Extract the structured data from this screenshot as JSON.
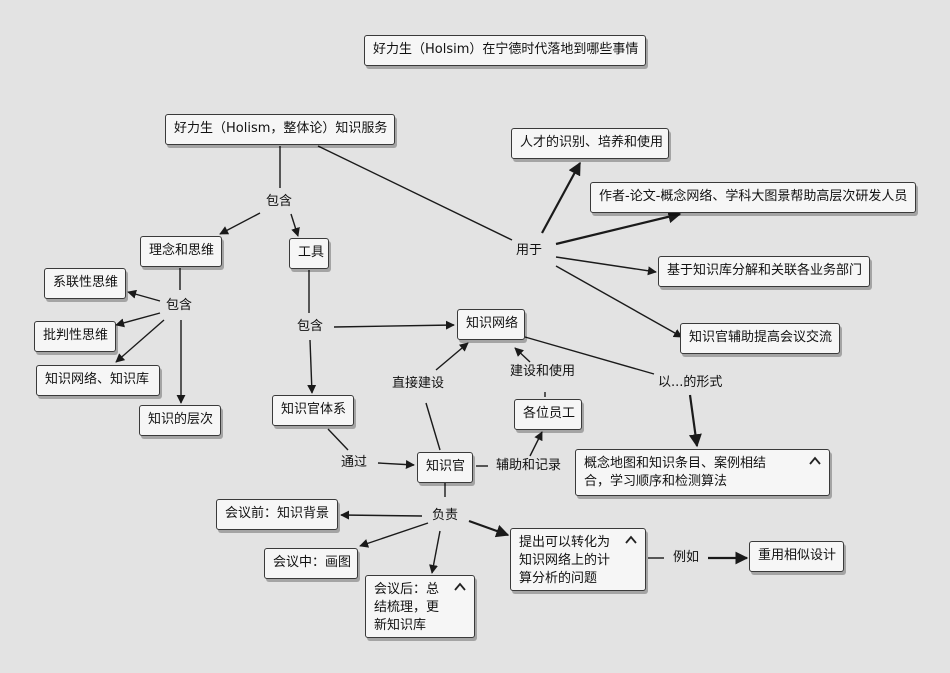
{
  "nodes": {
    "title": "好力生（Holsim）在宁德时代落地到哪些事情",
    "holism_service": "好力生（Holism，整体论）知识服务",
    "concept_thinking": "理念和思维",
    "tools": "工具",
    "systems_thinking": "系联性思维",
    "critical_thinking": "批判性思维",
    "knowledge_network_base": "知识网络、知识库",
    "knowledge_levels": "知识的层次",
    "knowledge_officer_system": "知识官体系",
    "knowledge_network": "知识网络",
    "knowledge_officer": "知识官",
    "employees": "各位员工",
    "talent": "人才的识别、培养和使用",
    "author_paper": "作者-论文-概念网络、学科大图景帮助高层次研发人员",
    "decompose_departments": "基于知识库分解和关联各业务部门",
    "meeting_exchange": "知识官辅助提高会议交流",
    "concept_map_forms": "概念地图和知识条目、案例相结合，学习顺序和检测算法",
    "meeting_before": "会议前：知识背景",
    "meeting_during": "会议中：画图",
    "meeting_after": "会议后：总结梳理，更新知识库",
    "computable_problems": "提出可以转化为知识网络上的计算分析的问题",
    "reuse_design": "重用相似设计"
  },
  "labels": {
    "contains_1": "包含",
    "contains_2": "包含",
    "contains_3": "包含",
    "used_for": "用于",
    "direct_build": "直接建设",
    "build_use": "建设和使用",
    "in_form_of": "以...的形式",
    "through": "通过",
    "assist_record": "辅助和记录",
    "responsible": "负责",
    "for_example": "例如"
  },
  "colors": {
    "background": "#e3e3e3",
    "node_fill": "#f6f6f6",
    "stroke": "#1a1a1a"
  }
}
